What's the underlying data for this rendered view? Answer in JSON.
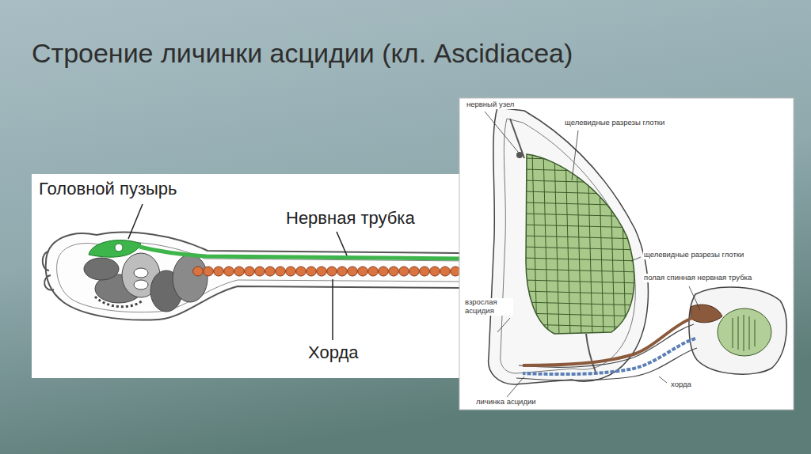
{
  "diagram": {
    "title": "Строение личинки асцидии (кл. Ascidiacea)",
    "labels": [
      "Головной пузырь",
      "Нервная трубка",
      "Хорда",
      "нервный узел",
      "щелевидные разрезы глотки",
      "щелевидные разрезы глотки",
      "взрослая асцидия",
      "полая спинная нервная трубка",
      "хорда",
      "личинка асцидии"
    ]
  }
}
